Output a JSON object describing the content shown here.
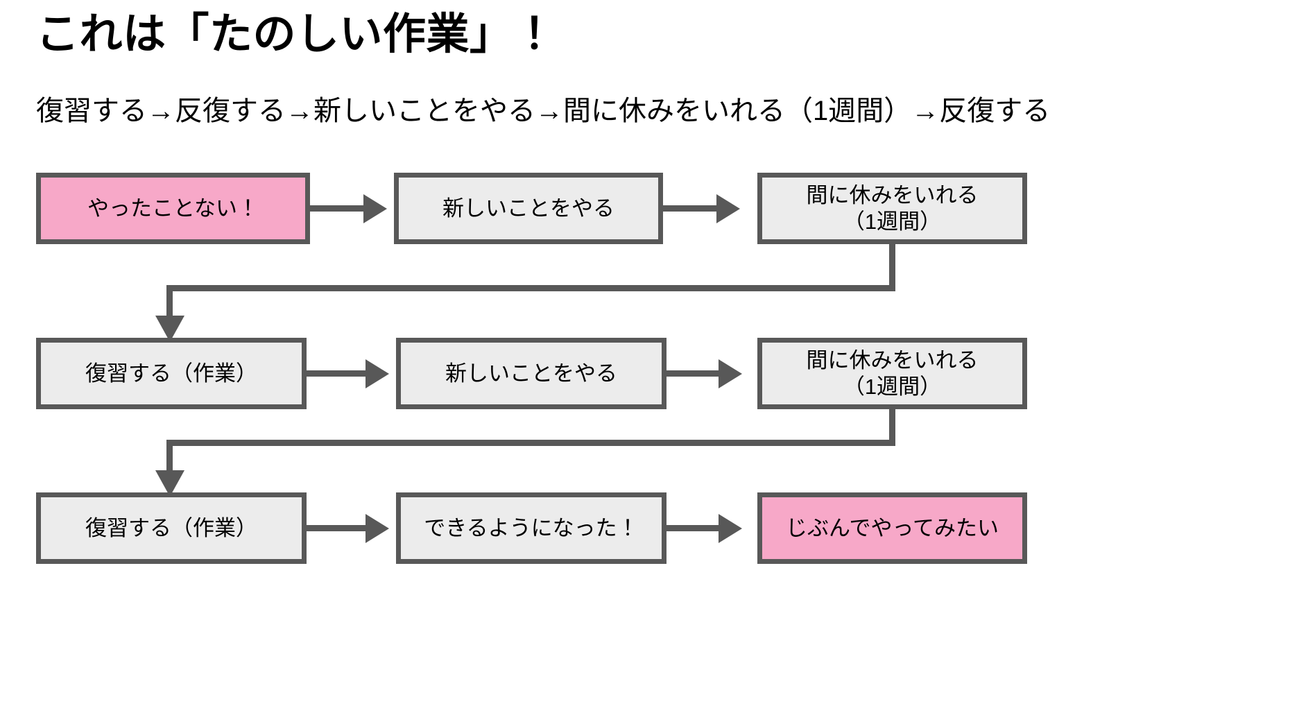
{
  "slide": {
    "title": "これは「たのしい作業」！",
    "subtitle": "復習する→反復する→新しいことをやる→間に休みをいれる（1週間）→反復する",
    "colors": {
      "highlight_pink": "#f7a8c8",
      "box_gray": "#ececec",
      "border_gray": "#585858",
      "text": "#000000",
      "background": "#ffffff"
    }
  },
  "flow": {
    "rows": [
      {
        "nodes": [
          {
            "label": "やったことない！",
            "style": "pink"
          },
          {
            "label": "新しいことをやる",
            "style": "gray"
          },
          {
            "label": "間に休みをいれる\n（1週間）",
            "style": "gray"
          }
        ]
      },
      {
        "nodes": [
          {
            "label": "復習する（作業）",
            "style": "gray"
          },
          {
            "label": "新しいことをやる",
            "style": "gray"
          },
          {
            "label": "間に休みをいれる\n（1週間）",
            "style": "gray"
          }
        ]
      },
      {
        "nodes": [
          {
            "label": "復習する（作業）",
            "style": "gray"
          },
          {
            "label": "できるようになった！",
            "style": "gray"
          },
          {
            "label": "じぶんでやってみたい",
            "style": "pink"
          }
        ]
      }
    ],
    "connector_names": [
      "row1-arrow-1-to-2",
      "row1-arrow-2-to-3",
      "wrap-row1-to-row2",
      "row2-arrow-1-to-2",
      "row2-arrow-2-to-3",
      "wrap-row2-to-row3",
      "row3-arrow-1-to-2",
      "row3-arrow-2-to-3"
    ]
  }
}
